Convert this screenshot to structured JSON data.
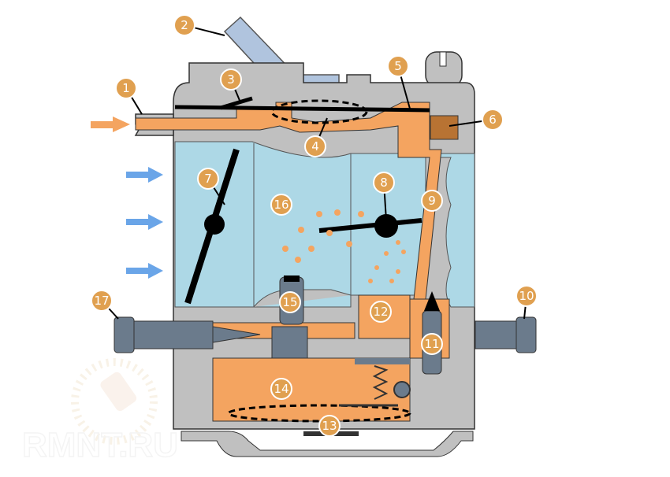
{
  "title": "Carburetor cross-section diagram",
  "watermark": "RMNT.RU",
  "colors": {
    "body": "#c0c0c0",
    "fuel": "#f4a460",
    "air": "#add8e6",
    "intake": "#b0c4de",
    "screw": "#6b7b8c",
    "label": "#e0a050",
    "arrow_fuel": "#f4a460",
    "arrow_air": "#6aa5e8"
  },
  "labels": [
    "1",
    "2",
    "3",
    "4",
    "5",
    "6",
    "7",
    "8",
    "9",
    "10",
    "11",
    "12",
    "13",
    "14",
    "15",
    "16",
    "17"
  ]
}
